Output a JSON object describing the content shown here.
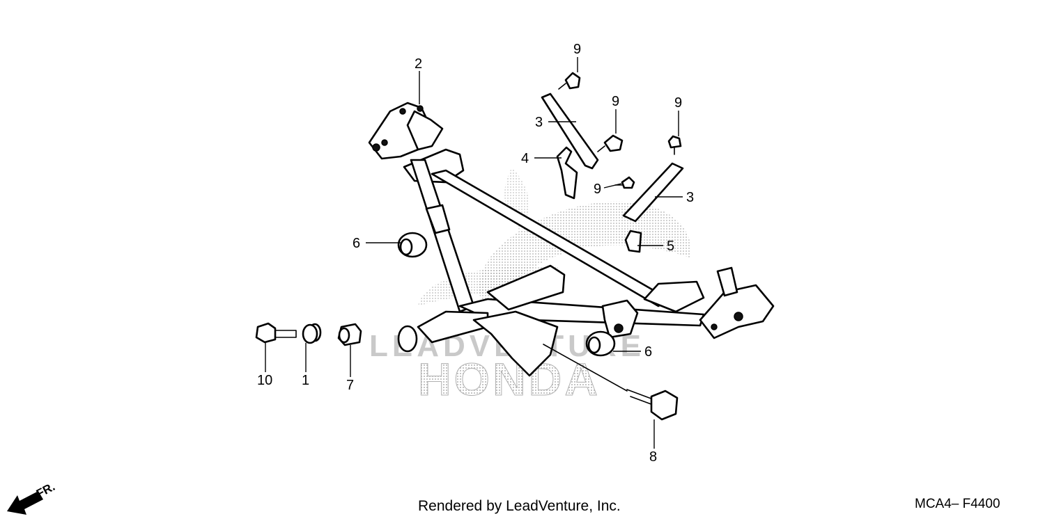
{
  "callouts": {
    "c1": "1",
    "c2": "2",
    "c3a": "3",
    "c3b": "3",
    "c4": "4",
    "c5": "5",
    "c6a": "6",
    "c6b": "6",
    "c7": "7",
    "c8": "8",
    "c9a": "9",
    "c9b": "9",
    "c9c": "9",
    "c9d": "9",
    "c10": "10"
  },
  "watermark": {
    "brand": "LEADVENTURE",
    "make": "HONDA"
  },
  "front_indicator": "FR.",
  "footer": {
    "rendered_by": "Rendered by LeadVenture, Inc.",
    "diagram_code": "MCA4– F4400"
  },
  "colors": {
    "line": "#000000",
    "watermark": "#bdbdbd",
    "background": "#ffffff"
  }
}
